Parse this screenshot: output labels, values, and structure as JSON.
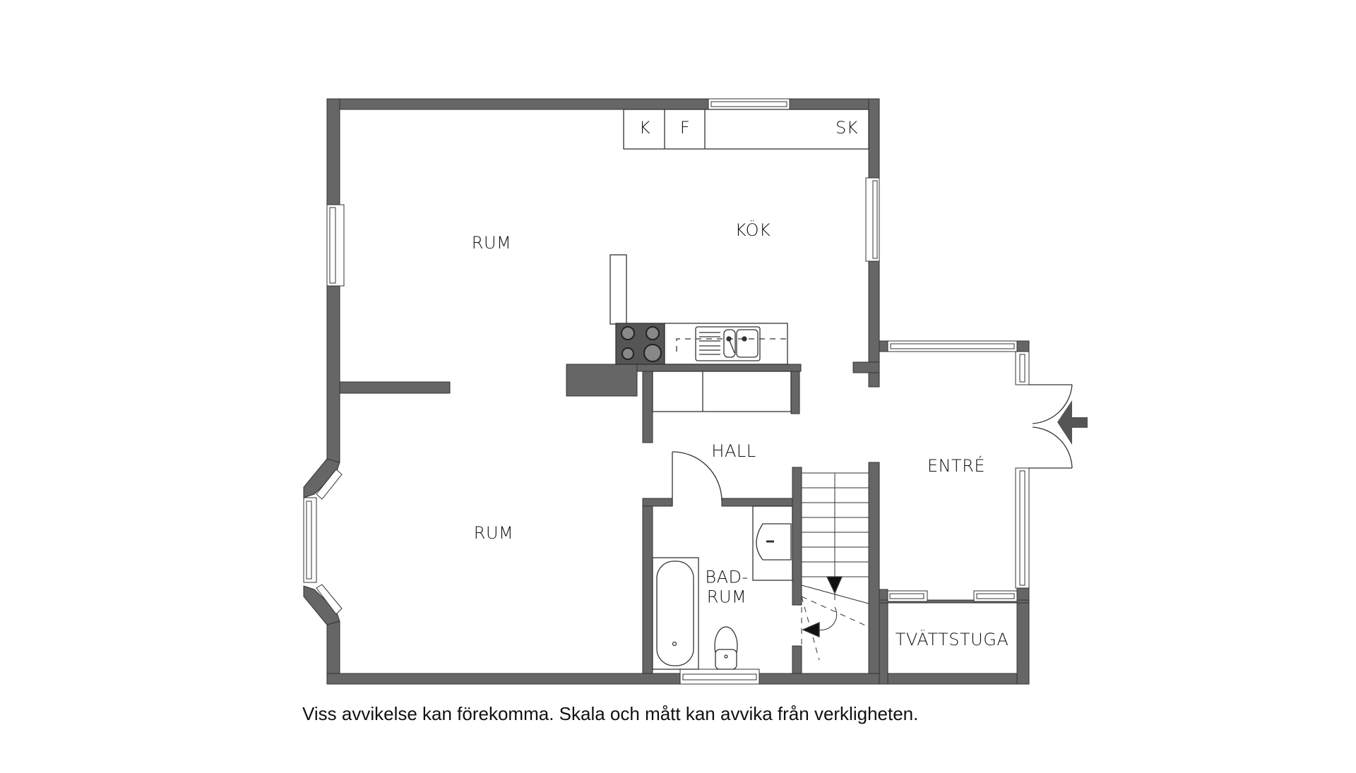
{
  "plan": {
    "colors": {
      "wall": "#666666",
      "line": "#222222",
      "background": "#ffffff"
    },
    "rooms": [
      {
        "id": "rum-upper",
        "label": "RUM"
      },
      {
        "id": "kok",
        "label": "KÖK"
      },
      {
        "id": "rum-lower",
        "label": "RUM"
      },
      {
        "id": "hall",
        "label": "HALL"
      },
      {
        "id": "entre",
        "label": "ENTRÉ"
      },
      {
        "id": "badrum",
        "label": "BAD-\nRUM"
      },
      {
        "id": "tvattstuga",
        "label": "TVÄTTSTUGA"
      }
    ],
    "appliances": [
      {
        "id": "kyl",
        "label": "K"
      },
      {
        "id": "frys",
        "label": "F"
      },
      {
        "id": "skap",
        "label": "SK"
      }
    ],
    "entrance_marker": "entrance-arrow"
  },
  "caption": "Viss avvikelse kan förekomma. Skala och mått kan avvika från verkligheten."
}
